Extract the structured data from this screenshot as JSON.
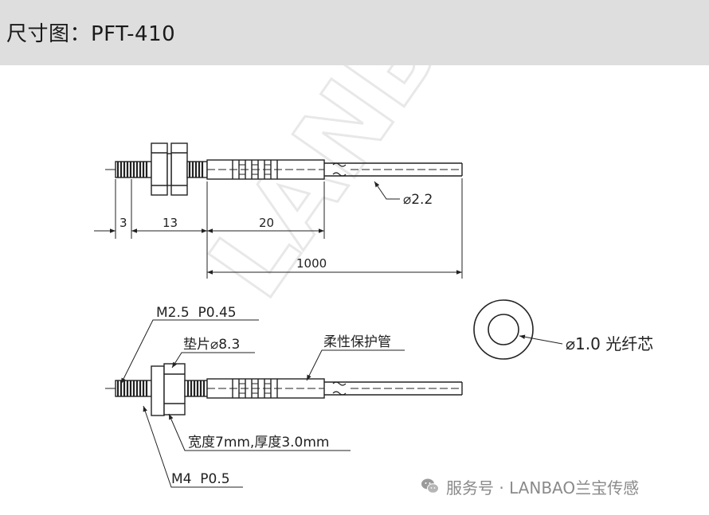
{
  "header": {
    "title": "尺寸图：PFT-410"
  },
  "dimensions": {
    "thread_length": "3",
    "nut_section": "13",
    "sleeve_length": "20",
    "total_length": "1000",
    "cable_diameter": "⌀2.2"
  },
  "callouts": {
    "thread_m25": "M2.5  P0.45",
    "washer": "垫片⌀8.3",
    "flexible_tube": "柔性保护管",
    "nut_size": "宽度7mm,厚度3.0mm",
    "thread_m4": "M4  P0.5",
    "fiber_core": "⌀1.0 光纤芯"
  },
  "watermark": {
    "text": "LANBAO"
  },
  "footer": {
    "text": "服务号 · LANBAO兰宝传感"
  },
  "colors": {
    "title_bar": "#dedede",
    "line": "#222222",
    "watermark": "#ededed",
    "footer_text": "#8a8a8a"
  }
}
